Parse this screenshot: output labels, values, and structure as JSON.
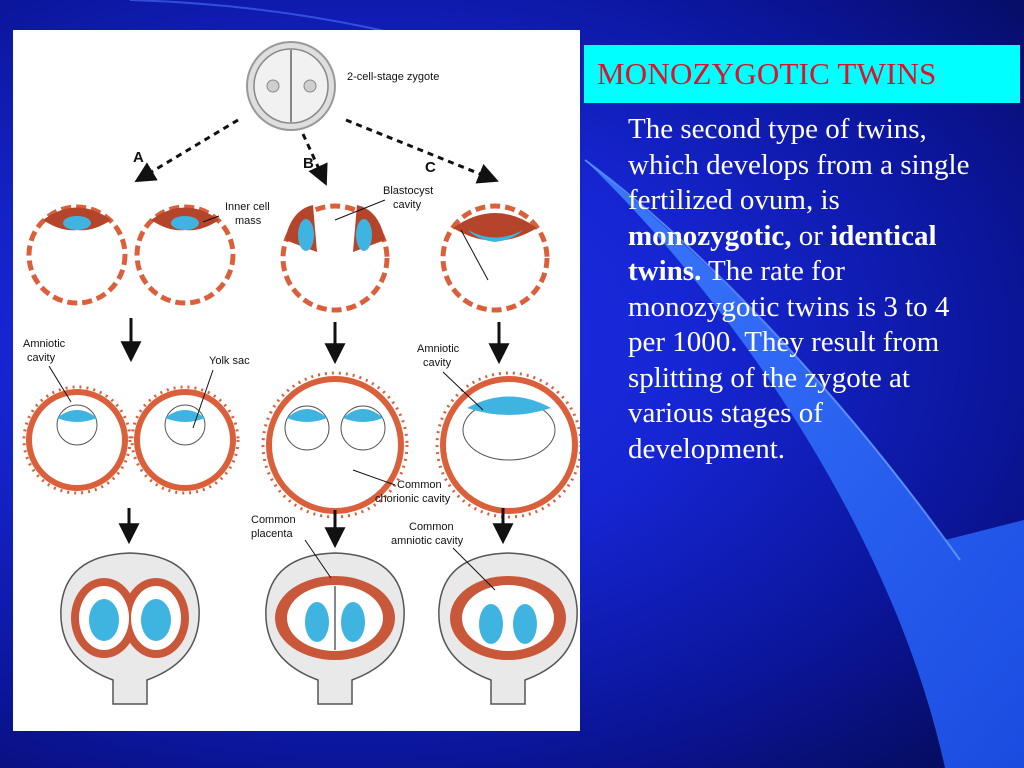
{
  "title": "MONOZYGOTIC TWINS",
  "body": {
    "part1": "The second type of twins, which develops from a single fertilized ovum, is ",
    "bold1": "monozygotic,",
    "part2": " or ",
    "bold2": "identical twins.",
    "part3": " The rate for monozygotic twins is 3 to 4 per 1000. They result from splitting of the zygote at various stages of development."
  },
  "figure": {
    "labels": {
      "zygote": "2-cell-stage zygote",
      "path_a": "A",
      "path_b": "B",
      "path_c": "C",
      "inner_cell_1": "Inner cell",
      "inner_cell_2": "mass",
      "blastocyst_1": "Blastocyst",
      "blastocyst_2": "cavity",
      "amniotic_left_1": "Amniotic",
      "amniotic_left_2": "cavity",
      "yolk_sac": "Yolk sac",
      "amniotic_right_1": "Amniotic",
      "amniotic_right_2": "cavity",
      "chorionic_1": "Common",
      "chorionic_2": "chorionic cavity",
      "placenta_1": "Common",
      "placenta_2": "placenta",
      "common_amniotic_1": "Common",
      "common_amniotic_2": "amniotic cavity"
    }
  },
  "colors": {
    "background": "#1626d4",
    "title_box": "#00ffff",
    "title_text": "#e0112b",
    "body_text": "#ffffff",
    "trophoblast": "#d9603b",
    "embryo": "#3fb4e0"
  }
}
